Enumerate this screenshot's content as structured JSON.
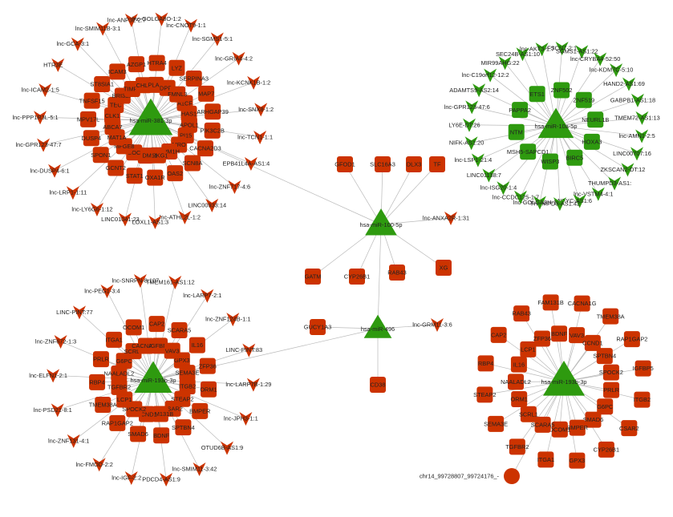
{
  "colors": {
    "mrna": "#cc3300",
    "lncrna": "#cc3300",
    "hub": "#2e9a0f",
    "edge": "#b9b9b9",
    "label": "#222222"
  },
  "clusters": [
    {
      "hub": "hsa-miR-381-3p",
      "mrna": [
        "A1CF",
        "HAS1",
        "APOL1",
        "PI15",
        "MRO",
        "PPM1H",
        "PRKG1",
        "PRDM11",
        "BOC",
        "MFGE8",
        "MAT1A",
        "ABCA7",
        "CLK1",
        "TEC",
        "BRI3BP",
        "TIMP3",
        "CHL1",
        "PLAU",
        "DPP4",
        "FMNL3",
        "ARHGAP39",
        "PIK3C2B",
        "CACNA2D3",
        "SCN8A",
        "OAS2",
        "OXA1R",
        "STAT1",
        "GCNT2",
        "SPON1",
        "DUSP4",
        "MPV17L",
        "TNFSF15",
        "ST8SIA1",
        "ICAM3",
        "AZGP1",
        "HTRA4",
        "LYZ",
        "SERPINA3",
        "MAP7"
      ],
      "lnc": [
        "lnc-CNOT9-1:1",
        "lnc-SGMS1-5:1",
        "lnc-GRIA4-4:2",
        "lnc-KCNK1B-1:2",
        "lnc-SNX8-1:2",
        "lnc-TCN1-1:1",
        "EPB41L4A-AS1:4",
        "lnc-ZNF717-4:6",
        "LINC00933:14",
        "lnc-ATHL2L-1:2",
        "LOXL1-AS1:3",
        "LINC01041:23",
        "lnc-LY6G6-1:12",
        "lnc-LRP1-1:11",
        "lnc-DUSP4-6:1",
        "lnc-GPR123-47:7",
        "lnc-PPP1R3L-5:1",
        "lnc-ICAM2-1:5",
        "HTR3E",
        "lnc-GCA-3:1",
        "lnc-SMIM11B-3:1",
        "lnc-ANP32-2:7",
        "lnc-GOLGA8O-1:2"
      ]
    },
    {
      "hub": "hsa-miR-10a-5p",
      "mrna": [
        "ZNF519",
        "NEURL1B",
        "HOXA3",
        "BIRC5",
        "WISP3",
        "MSH5-SAPCD1",
        "NTM",
        "PAPPA2",
        "ETS1",
        "ZNF502"
      ],
      "lnc": [
        "lnc-FSCN7-2:1",
        "SGMS1-AS1:22",
        "lnc-CRYBA4-52:50",
        "lnc-KDM7C-5:10",
        "HAND2-AS1:69",
        "GABPB1-AS1:18",
        "TMEM72-AS1:13",
        "lnc-AMN1-2:5",
        "LINC00707:16",
        "ZKSCAN2-DT:12",
        "THUMPD3-AS1:",
        "lnc-VSTM4-4:1",
        "NFYC-AS1:6",
        "THUMPD3-AS1:42",
        "lnc-GOLGA8H-1",
        "lnc-CCDC125-1:7",
        "lnc-ISG20-1:4",
        "LINC01138:7",
        "lnc-LSP1-21:4",
        "NIFK-AS1:20",
        "LY6E-DT:26",
        "lnc-GPR123-47:6",
        "ADAMTS9-AS2:14",
        "lnc-C19orf12-12:2",
        "MIR99AHG:22",
        "SEC24B-AS1:10",
        "lnc-AKT3-1:7"
      ]
    },
    {
      "hub": "hsa-miR-193b-3p",
      "mrna": [
        "GPX3",
        "SEMA3E",
        "ITGB2",
        "STEAP2",
        "CSAR2",
        "FAM131B",
        "CCND1",
        "SPOCK2",
        "LCP1",
        "TGFBR2",
        "NAALADL2",
        "G6PC",
        "SCRL1",
        "CACNA1G",
        "IGFBP5",
        "VAV3",
        "ZFP36",
        "ORM1",
        "BMPER",
        "SPTBN4",
        "BDNF",
        "SMAD6",
        "RAP1GAP2",
        "TMEM38A",
        "RBP4",
        "PRLR",
        "ITGA1",
        "OCOM1",
        "CAP2",
        "SCARA5",
        "IL16"
      ],
      "lnc": [
        "lnc-SNRPN-8:107",
        "TMEM161-AS1:12",
        "lnc-LARP7-2:1",
        "lnc-ZNF124B-1:1",
        "LINC-PINT:83",
        "lnc-LARP7B-1:29",
        "lnc-JPH3-1:1",
        "OTUD6B-AS1:9",
        "lnc-SMIM11-3:42",
        "PDCD4-AS1:9",
        "lnc-IGF-2:2",
        "lnc-FMOD-2:2",
        "lnc-ZNF131-4:1",
        "lnc-PSD21-8:1",
        "lnc-ELFN1-2:1",
        "lnc-ZNF672-1:3",
        "LINC-PINT:77",
        "lnc-PEG1-3:4"
      ]
    },
    {
      "hub": "hsa-miR-100-5p",
      "mrna": [
        "GFOD1",
        "SLC16A3",
        "DLX3",
        "TF",
        "GATM",
        "CYP26B1",
        "RAB43",
        "XG"
      ],
      "lnc": [
        "lnc-ANXA2R-1:31"
      ]
    },
    {
      "hub": "hsa-miR-496",
      "mrna": [
        "GUCY1A3",
        "CD38"
      ],
      "lnc": [
        "lnc-GRM11-3:6"
      ]
    },
    {
      "hub": "hsa-miR-193b-3p",
      "mrna": [
        "VAV3",
        "CCND1",
        "SPTBN4",
        "SPOCK2",
        "PRLR",
        "G6PC",
        "SMAD6",
        "BMPER",
        "OCOM1",
        "SCARA5",
        "SCRL1",
        "ORM1",
        "NAALADL2",
        "IL16",
        "LCP1",
        "ZFP36",
        "BDNF",
        "TMEM38A",
        "RAP1GAP2",
        "IGFBP5",
        "ITGB2",
        "CSAR2",
        "CYP26B1",
        "GPX3",
        "ITGA1",
        "TGFBR2",
        "SEMA3E",
        "STEAP2",
        "RBP4",
        "CAP2",
        "RAB43",
        "FAM131B",
        "CACNA1G"
      ],
      "lnc": [],
      "circ": [
        "chr14_99728807_99724176_-"
      ]
    }
  ]
}
